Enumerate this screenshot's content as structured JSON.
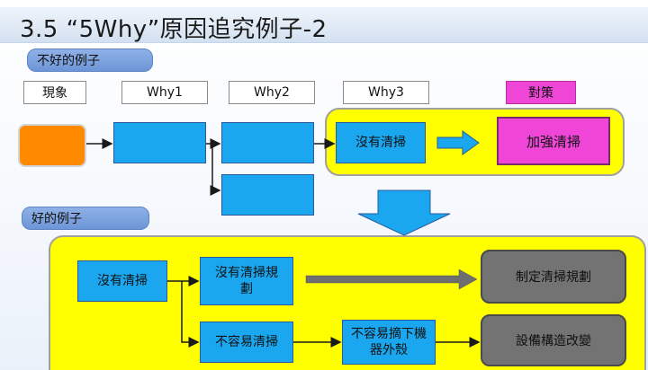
{
  "title": "3.5 “5Why”原因追究例子-2",
  "bad_example": {
    "label": "不好的例子",
    "headers": [
      "現象",
      "Why1",
      "Why2",
      "Why3",
      "對策"
    ],
    "why3_text": "沒有清掃",
    "countermeasure": "加強清掃"
  },
  "good_example": {
    "label": "好的例子",
    "root": "沒有清掃",
    "branch1": "沒有清掃規劃",
    "branch2": "不容易清掃",
    "branch2_sub": "不容易摘下機器外殼",
    "result1": "制定清掃規劃",
    "result2": "設備構造改變"
  },
  "colors": {
    "blue_box": "#1aa7ef",
    "orange": "#ff8a00",
    "yellow": "#ffff00",
    "magenta": "#f046d8",
    "gray": "#737373"
  }
}
